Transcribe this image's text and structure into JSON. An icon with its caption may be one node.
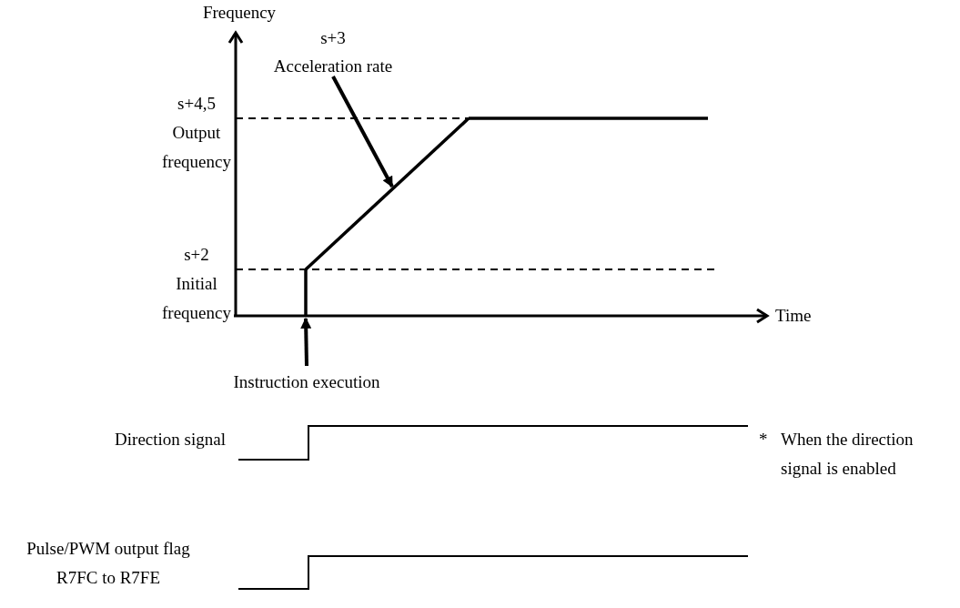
{
  "diagram": {
    "nodes": [
      {
        "text": [
          "s+3",
          "Acceleration rate"
        ]
      },
      {
        "text": [],
        "shape": "line"
      },
      {
        "text": [
          "Instruction execution"
        ]
      }
    ],
    "edges": [
      {
        "from": 0,
        "to": 1,
        "arrow": "to"
      },
      {
        "from": 2,
        "to": null,
        "arrow": "to"
      }
    ],
    "labels": [
      "Frequency",
      "s+4,5 Output frequency",
      "s+2 Initial frequency",
      "Time",
      "Direction signal",
      "*",
      "When the direction signal is enabled",
      "Pulse/PWM output flag R7FC to R7FE"
    ]
  }
}
